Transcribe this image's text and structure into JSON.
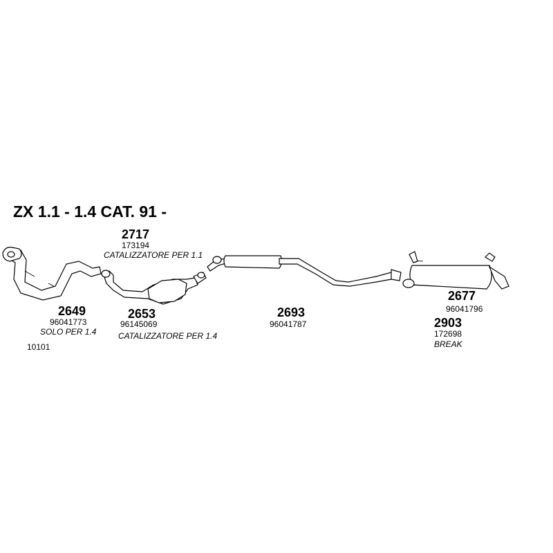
{
  "title": "ZX 1.1 - 1.4 CAT. 91 -",
  "parts": {
    "p2717": {
      "number": "2717",
      "code": "173194",
      "note": "CATALIZZATORE PER 1.1"
    },
    "p2649": {
      "number": "2649",
      "code": "96041773",
      "note": "SOLO PER 1.4",
      "extra": "10101"
    },
    "p2653": {
      "number": "2653",
      "code": "96145069",
      "note": "CATALIZZATORE PER 1.4"
    },
    "p2693": {
      "number": "2693",
      "code": "96041787"
    },
    "p2677": {
      "number": "2677",
      "code": "96041796"
    },
    "p2903": {
      "number": "2903",
      "code": "172698",
      "note": "BREAK"
    }
  }
}
